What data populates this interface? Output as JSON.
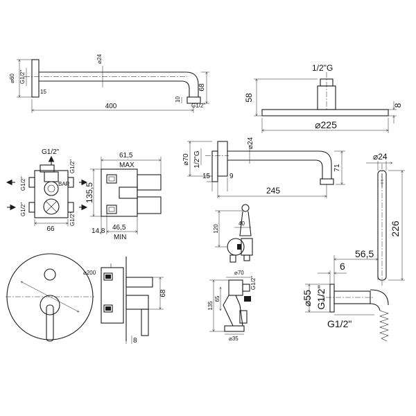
{
  "shower_arm": {
    "d_flange": "⌀60",
    "thread": "G1/2\"",
    "d_pipe": "⌀24",
    "flange_depth": "15",
    "length": "400",
    "drop": "68",
    "end_gap": "10",
    "end_thread": "G1/2\""
  },
  "shower_head": {
    "thread": "1/2\"G",
    "height": "58",
    "thickness": "8",
    "diameter": "⌀225"
  },
  "spout": {
    "d_flange": "⌀70",
    "thread": "1/2\"G",
    "d_pipe": "⌀24",
    "flange_depth": "15",
    "flange_offset": "9",
    "length": "245",
    "drop": "71"
  },
  "hand_shower": {
    "d_handle": "⌀24",
    "length": "226"
  },
  "valve_body": {
    "top_thread": "G1/2\"",
    "left_top_thread": "G1/2\"",
    "left_bottom_thread": "G1/2\"",
    "right_top_thread": "G1/2\"",
    "right_bottom_thread": "G1/2\"",
    "width": "66",
    "depth_max": "61,5",
    "max_label": "MAX",
    "height": "135,5",
    "front_offset": "14,8",
    "depth_min": "46,5",
    "min_label": "MIN"
  },
  "bidet_valve": {
    "height_top": "120",
    "upper_width": "40",
    "d_rosette": "⌀70",
    "thread": "G1/2\"",
    "height": "135",
    "offset": "65",
    "d_bottom": "⌀35"
  },
  "wall_outlet": {
    "offset": "56,5",
    "gap": "6",
    "d_plate": "⌀55",
    "thread": "G1/2\"",
    "bottom_thread": "G1/2\""
  },
  "trim_plate": {
    "d_plate": "⌀200",
    "depth": "68",
    "handle_d": "8"
  }
}
